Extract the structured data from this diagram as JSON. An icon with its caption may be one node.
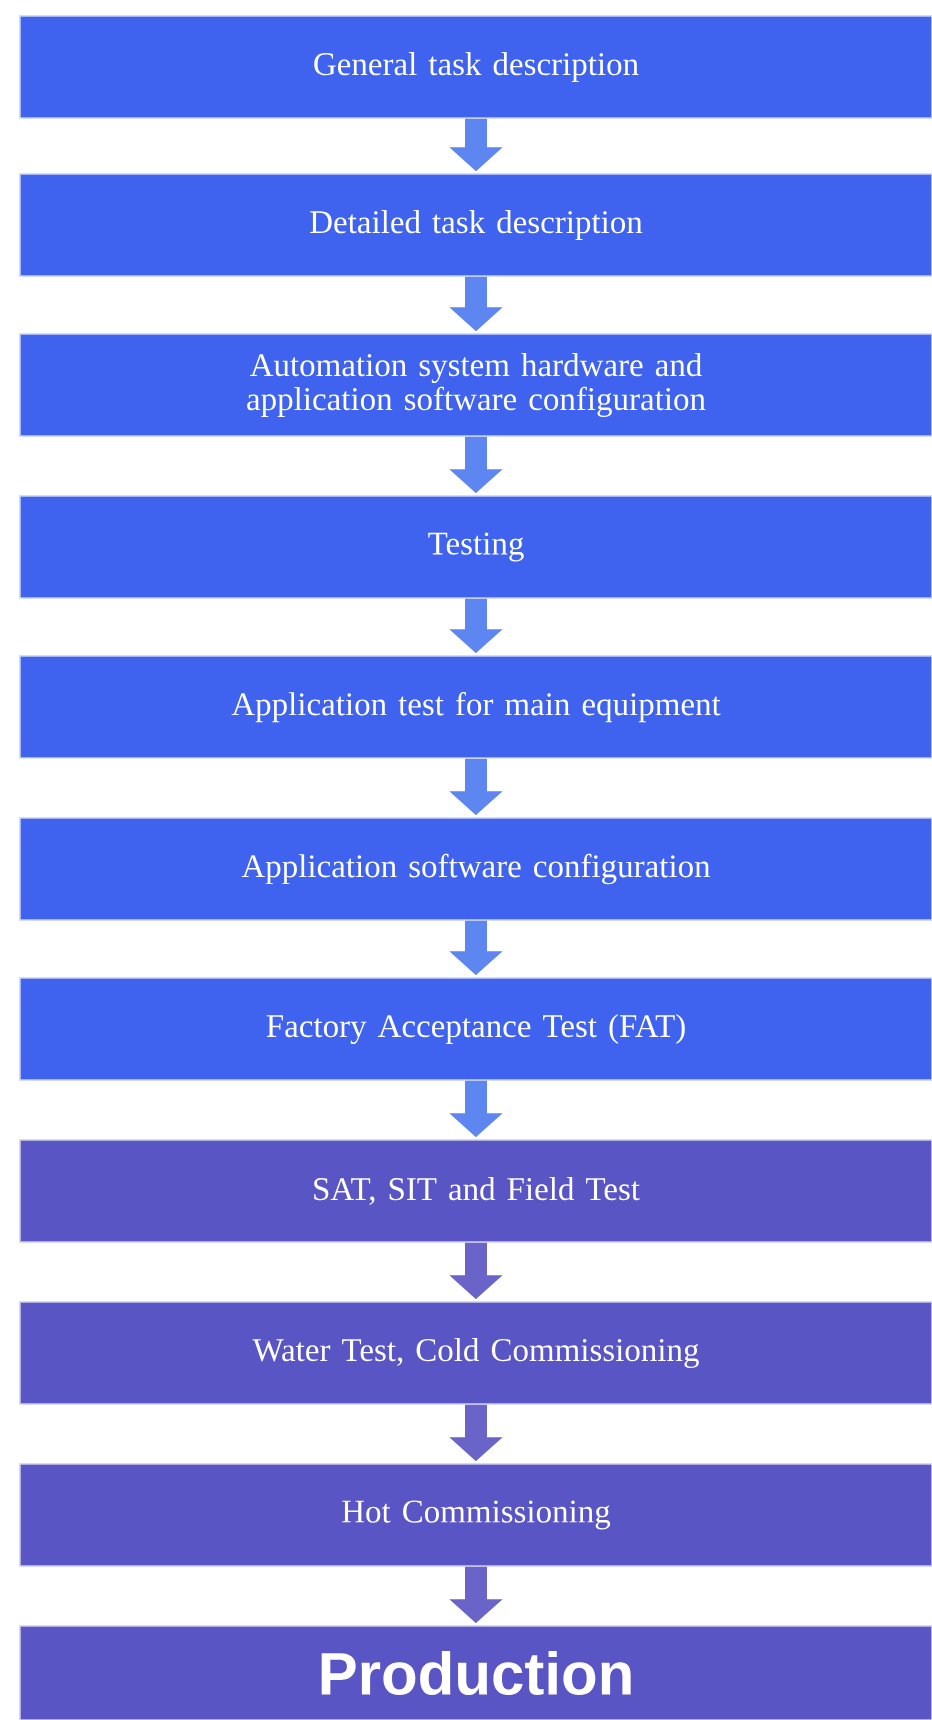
{
  "diagram": {
    "nodes": [
      {
        "text": [
          "General task description"
        ]
      },
      {
        "text": [
          "Detailed task description"
        ]
      },
      {
        "text": [
          "Automation system hardware and application software configuration"
        ]
      },
      {
        "text": [
          "Testing"
        ]
      },
      {
        "text": [
          "Application test for main equipment"
        ]
      },
      {
        "text": [
          "Application software configuration"
        ]
      },
      {
        "text": [
          "Factory Acceptance Test (FAT)"
        ]
      },
      {
        "text": [
          "SAT, SIT and Field Test"
        ]
      },
      {
        "text": [
          "Water Test, Cold Commissioning"
        ]
      },
      {
        "text": [
          "Hot Commissioning"
        ]
      },
      {
        "text": [
          "Production"
        ]
      }
    ],
    "edges": [
      {
        "from": 0,
        "to": 1,
        "arrow": "to"
      },
      {
        "from": 1,
        "to": 2,
        "arrow": "to"
      },
      {
        "from": 2,
        "to": 3,
        "arrow": "to"
      },
      {
        "from": 3,
        "to": 4,
        "arrow": "to"
      },
      {
        "from": 4,
        "to": 5,
        "arrow": "to"
      },
      {
        "from": 5,
        "to": 6,
        "arrow": "to"
      },
      {
        "from": 6,
        "to": 7,
        "arrow": "to"
      },
      {
        "from": 7,
        "to": 8,
        "arrow": "to"
      },
      {
        "from": 8,
        "to": 9,
        "arrow": "to"
      },
      {
        "from": 9,
        "to": 10,
        "arrow": "to"
      }
    ]
  }
}
